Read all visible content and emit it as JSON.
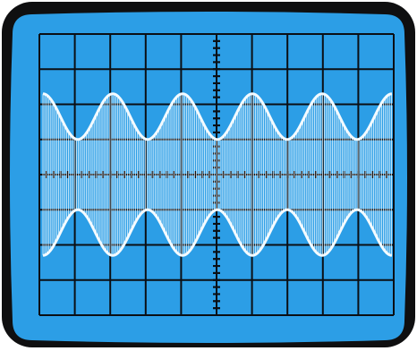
{
  "display": {
    "colors": {
      "bezel": "#0f0f10",
      "screen": "#2c9ee6",
      "grid": "#0b0f14",
      "trace": "#f4fbff"
    },
    "graticule": {
      "horizontal_divisions": 10,
      "vertical_divisions": 8,
      "minor_ticks_per_division": 5
    },
    "signal": {
      "type": "amplitude-modulated carrier",
      "envelope_cycles": 5,
      "envelope_peak_divisions": 2.3,
      "envelope_trough_divisions": 1.0
    }
  }
}
